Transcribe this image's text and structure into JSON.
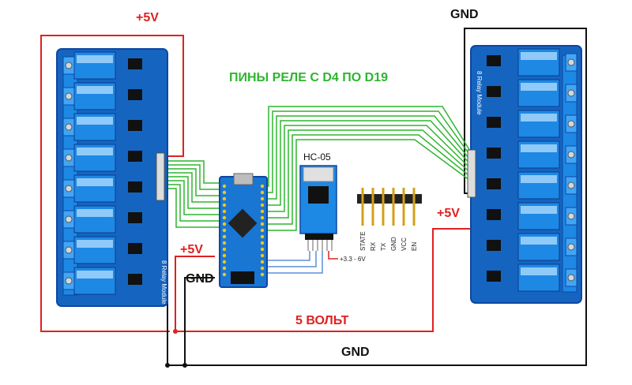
{
  "labels": {
    "plus5_top": "+5V",
    "gnd_top": "GND",
    "relay_pins_title": "ПИНЫ РЕЛЕ С D4 ПО D19",
    "hc05": "HC-05",
    "plus5_right": "+5V",
    "plus5_left": "+5V",
    "gnd_left": "GND",
    "five_volt": "5 ВОЛЬТ",
    "gnd_bottom": "GND",
    "voltage_range": "+3.3 - 6V"
  },
  "hc05_pins": [
    "STATE",
    "RX",
    "TX",
    "GND",
    "VCC",
    "EN"
  ],
  "relay_module_label": "8 Relay Module",
  "colors": {
    "wire_red": "#e02020",
    "wire_black": "#111111",
    "wire_green": "#2fb52f",
    "wire_blue": "#5b8fd6",
    "board_blue": "#1565c0"
  }
}
